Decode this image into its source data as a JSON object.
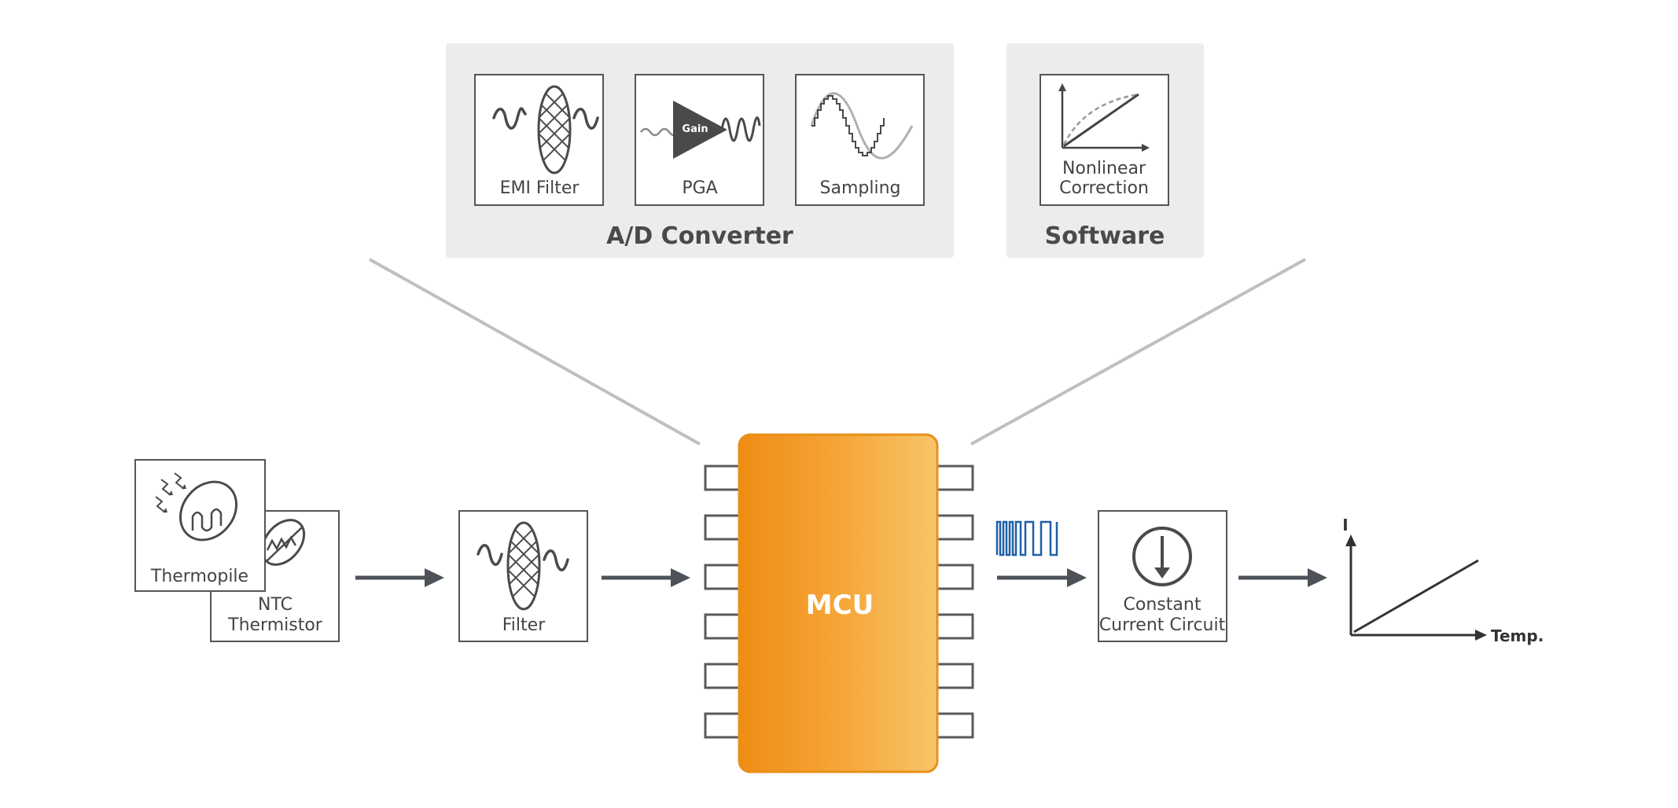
{
  "panels": {
    "ad_converter": {
      "title": "A/D Converter",
      "items": [
        {
          "label": "EMI Filter",
          "icon": "emi-filter-icon"
        },
        {
          "label": "PGA",
          "icon": "pga-amplifier-icon",
          "badge": "Gain"
        },
        {
          "label": "Sampling",
          "icon": "sampling-wave-icon"
        }
      ]
    },
    "software": {
      "title": "Software",
      "items": [
        {
          "label_line1": "Nonlinear",
          "label_line2": "Correction",
          "icon": "nonlinear-correction-graph-icon"
        }
      ]
    }
  },
  "flow": {
    "sensors": {
      "thermopile": {
        "label": "Thermopile",
        "icon": "thermopile-sensor-icon"
      },
      "ntc": {
        "label_line1": "NTC",
        "label_line2": "Thermistor",
        "icon": "thermistor-icon"
      }
    },
    "filter": {
      "label": "Filter",
      "icon": "filter-icon"
    },
    "mcu": {
      "label": "MCU",
      "color": "#f5a12b"
    },
    "pwm_icon": "pwm-signal-icon",
    "current_circuit": {
      "label_line1": "Constant",
      "label_line2": "Current Circuit",
      "icon": "current-source-icon"
    },
    "output_graph": {
      "y_label": "I",
      "x_label": "Temp.",
      "icon": "current-vs-temperature-graph-icon"
    }
  },
  "colors": {
    "panel_background": "#ececec",
    "arrow": "#4d5158",
    "mcu_orange": "#f5a12b",
    "pwm_blue": "#1f5fa8"
  }
}
